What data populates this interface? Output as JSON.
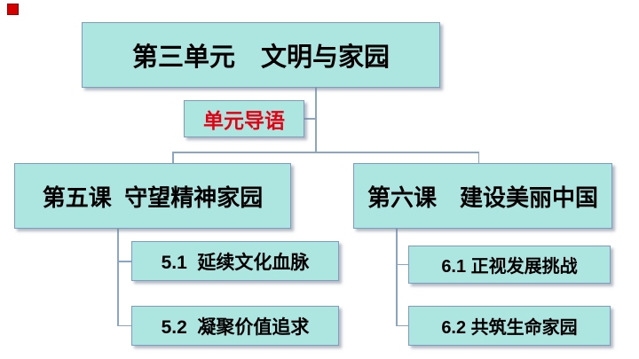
{
  "colors": {
    "box_fill": "#ade6e0",
    "box_border": "#7d9cc0",
    "connector_line": "#8aa5c6",
    "intro_text_red": "#e60012",
    "corner_square_red": "#d40000",
    "text_black": "#000000",
    "background": "#ffffff"
  },
  "diagram": {
    "title": {
      "label": "第三单元　文明与家园"
    },
    "intro": {
      "label": "单元导语"
    },
    "lessons": [
      {
        "label": "第五课  守望精神家园",
        "children": [
          {
            "label": "5.1  延续文化血脉"
          },
          {
            "label": "5.2  凝聚价值追求"
          }
        ]
      },
      {
        "label": "第六课　建设美丽中国",
        "children": [
          {
            "label": "6.1 正视发展挑战"
          },
          {
            "label": "6.2 共筑生命家园"
          }
        ]
      }
    ]
  }
}
